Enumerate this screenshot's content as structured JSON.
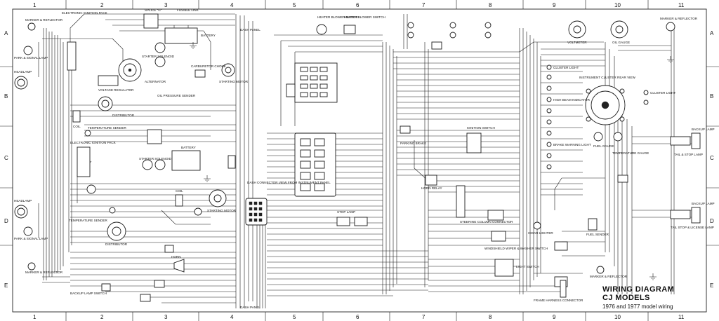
{
  "title_block": {
    "line1": "WIRING DIAGRAM",
    "line2": "CJ MODELS",
    "line3": "1976 and 1977 model wiring"
  },
  "grid": {
    "columns": [
      "1",
      "2",
      "3",
      "4",
      "5",
      "6",
      "7",
      "8",
      "9",
      "10",
      "11"
    ],
    "rows": [
      "A",
      "B",
      "C",
      "D",
      "E"
    ]
  },
  "labels": {
    "marker_reflector_left": "MARKER & REFLECTOR",
    "electronic_ignition_pack": "ELECTRONIC IGNITION PACK",
    "fusible_link": "FUSIBLE LINK",
    "splice_g": "SPLICE \"G\"",
    "battery": "BATTERY",
    "starter_solenoid": "STARTER SOLENOID",
    "alternator": "ALTERNATOR",
    "carburetor_choke": "CARBURETOR CHOKE",
    "starting_motor": "STARTING MOTOR",
    "voltage_regulator": "VOLTAGE REGULATOR",
    "distributor": "DISTRIBUTOR",
    "oil_pressure_sender": "OIL PRESSURE SENDER",
    "temperature_sender": "TEMPERATURE SENDER",
    "headlamp": "HEADLAMP",
    "park_signal_lamp": "PARK & SIGNAL LAMP",
    "coil": "COIL",
    "dash_panel": "DASH PANEL",
    "dash_connector": "DASH CONNECTOR VIEW FROM INSTRUMENT PANEL",
    "heater_blower_motor": "HEATER BLOWER MOTOR",
    "heater_blower_switch": "HEATER BLOWER SWITCH",
    "parking_brake": "PARKING BRAKE",
    "ignition_switch": "IGNITION SWITCH",
    "horn_relay": "HORN RELAY",
    "stop_lamp": "STOP LAMP",
    "steering_column_connector": "STEERING COLUMN CONNECTOR",
    "windshield_wiper_washer_switch": "WINDSHIELD WIPER & WASHER SWITCH",
    "cigar_lighter": "CIGAR LIGHTER",
    "light_switch": "LIGHT SWITCH",
    "marker_reflector_right": "MARKER & REFLECTOR",
    "voltmeter": "VOLTMETER",
    "oil_gauge": "OIL GAUGE",
    "fuel_gauge": "FUEL GAUGE",
    "fuel_sender": "FUEL SENDER",
    "tail_stop_lamp": "TAIL & STOP LAMP",
    "backup_lamp": "BACKUP LAMP",
    "instrument_cluster": "INSTRUMENT CLUSTER REAR VIEW",
    "cluster_light": "CLUSTER LIGHT",
    "high_beam_indicator": "HIGH BEAM INDICATOR",
    "brake_warning": "BRAKE WARNING LIGHT",
    "temperature_gauge": "TEMPERATURE GAUGE",
    "horn": "HORN",
    "backup_switch": "BACKUP LAMP SWITCH",
    "frame_harness": "FRAME HARNESS CONNECTOR",
    "tail_stop_license": "TAIL STOP & LICENSE LAMP"
  }
}
